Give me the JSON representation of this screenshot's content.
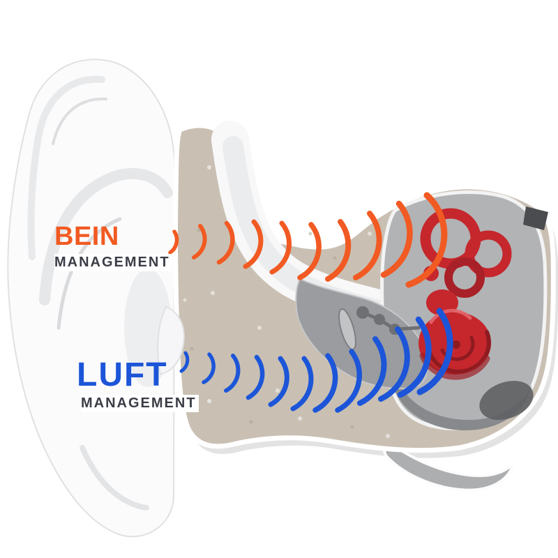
{
  "labels": {
    "bone": {
      "title": "BEIN",
      "subtitle": "MANAGEMENT"
    },
    "air": {
      "title": "LUFT",
      "subtitle": "MANAGEMENT"
    }
  },
  "colors": {
    "bone_wave": "#F15A22",
    "air_wave": "#1C55D8",
    "bone_title": "#F15A22",
    "air_title": "#1C55D8",
    "subtitle_text": "#3A3D45",
    "inner_ear_red": "#C5272D",
    "bone_tissue_tan": "#C9C0B3",
    "cavity_gray": "#B2B3B5",
    "canal_gray": "#9B9C9F",
    "pinna_white": "#FBFBFC"
  }
}
